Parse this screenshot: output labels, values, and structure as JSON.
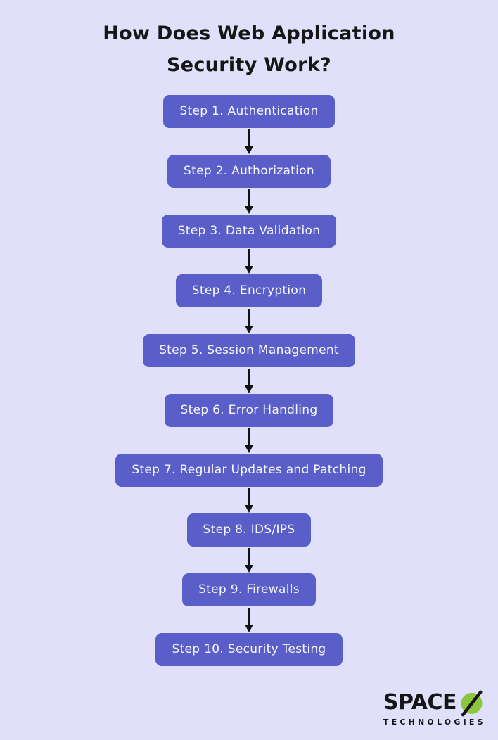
{
  "header": {
    "title_lines": [
      "How Does Web Application",
      "Security Work?"
    ]
  },
  "flow": {
    "steps": [
      {
        "label": "Step 1. Authentication"
      },
      {
        "label": "Step 2. Authorization"
      },
      {
        "label": "Step 3. Data Validation"
      },
      {
        "label": "Step 4. Encryption"
      },
      {
        "label": "Step 5. Session Management"
      },
      {
        "label": "Step 6. Error Handling"
      },
      {
        "label": "Step 7. Regular Updates and Patching"
      },
      {
        "label": "Step 8. IDS/IPS"
      },
      {
        "label": "Step 9. Firewalls"
      },
      {
        "label": "Step 10. Security Testing"
      }
    ]
  },
  "footer": {
    "brand": "SPACE",
    "brand_sub": "TECHNOLOGIES"
  },
  "colors": {
    "background": "#e0e0fa",
    "step_box": "#5a5ec8",
    "step_text": "#f8f8ff",
    "arrow": "#121212",
    "title_text": "#161616",
    "logo_green": "#8cc63e"
  }
}
